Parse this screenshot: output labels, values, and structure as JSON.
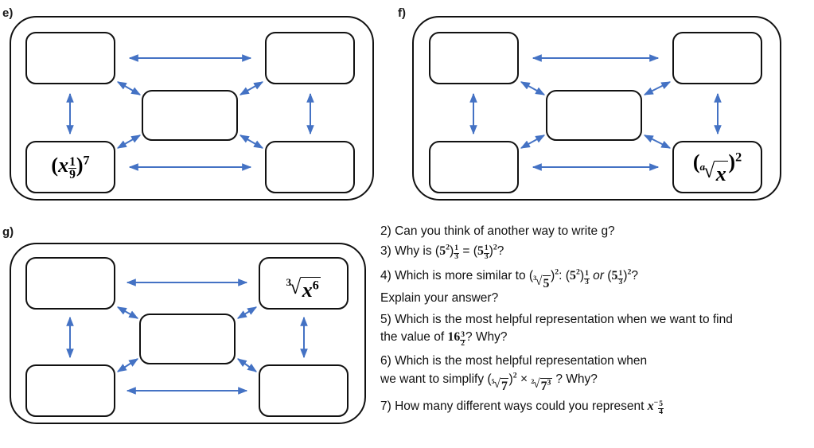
{
  "document": {
    "type": "math-worksheet",
    "topic": "Equivalent representations of fractional indices and radicals"
  },
  "panels": [
    {
      "id": "e",
      "label": "e)",
      "cells": [
        {
          "position": "top-left",
          "expression": "",
          "filled": false
        },
        {
          "position": "top-right",
          "expression": "",
          "filled": false
        },
        {
          "position": "center",
          "expression": "",
          "filled": false
        },
        {
          "position": "bottom-left",
          "expression": "(x^(1/9))^7",
          "filled": true
        },
        {
          "position": "bottom-right",
          "expression": "",
          "filled": false
        }
      ]
    },
    {
      "id": "f",
      "label": "f)",
      "cells": [
        {
          "position": "top-left",
          "expression": "",
          "filled": false
        },
        {
          "position": "top-right",
          "expression": "",
          "filled": false
        },
        {
          "position": "center",
          "expression": "",
          "filled": false
        },
        {
          "position": "bottom-left",
          "expression": "",
          "filled": false
        },
        {
          "position": "bottom-right",
          "expression": "(a-th-root of x)^2",
          "filled": true
        }
      ]
    },
    {
      "id": "g",
      "label": "g)",
      "cells": [
        {
          "position": "top-left",
          "expression": "",
          "filled": false
        },
        {
          "position": "top-right",
          "expression": "cube-root of x^6",
          "filled": true
        },
        {
          "position": "center",
          "expression": "",
          "filled": false
        },
        {
          "position": "bottom-left",
          "expression": "",
          "filled": false
        },
        {
          "position": "bottom-right",
          "expression": "",
          "filled": false
        }
      ]
    }
  ],
  "questions": [
    {
      "number": "2)",
      "text": "Can you think of another way to write g?"
    },
    {
      "number": "3)",
      "text": "Why is (5^2)^(1/3) = (5^(1/3))^2 ?"
    },
    {
      "number": "4)",
      "text": "Which is more similar to (cube-root of 5)^2 : (5^2)^(1/3) or (5^(1/3))^2 ? Explain your answer?"
    },
    {
      "number": "5)",
      "text": "Which is the most helpful representation when we want to find the value of 16^(3/2)? Why?"
    },
    {
      "number": "6)",
      "text": "Which is the most helpful representation when we want to simplify (5th-root of 7)^2 x (square-root of 7^3) ? Why?"
    },
    {
      "number": "7)",
      "text": "How many different ways could you represent x^(-5/4)"
    }
  ],
  "question_words": {
    "q2_a": "Can you think of another way to write g?",
    "q3_a": "Why is",
    "q3_b": "?",
    "q4_a": "Which is more similar to",
    "q4_colon": ":",
    "q4_or": "or",
    "q4_q": "?",
    "q4_line2": "Explain your answer?",
    "q5_a": "Which is the most helpful representation when we want to find",
    "q5_b": "the value of",
    "q5_c": "? Why?",
    "q6_a": "Which is the most helpful representation when",
    "q6_b": "we want to simplify",
    "q6_times": "×",
    "q6_c": "? Why?",
    "q7_a": "How many different ways could you represent"
  },
  "symbols": {
    "x": "x",
    "a": "a",
    "five": "5",
    "seven": "7",
    "sixteen": "16",
    "radical": "√",
    "idx_2": "2",
    "idx_3": "3",
    "idx_5": "5",
    "exp_2": "2",
    "exp_3": "3",
    "exp_6": "6",
    "exp_7": "7",
    "num_1": "1",
    "num_3": "3",
    "num_5": "5",
    "den_2": "2",
    "den_3": "3",
    "den_4": "4",
    "den_9": "9",
    "minus": "−",
    "equals": "=",
    "lparen": "(",
    "rparen": ")"
  },
  "colors": {
    "arrow": "#4472C4",
    "box_border": "#111111",
    "text": "#111111",
    "background": "#ffffff"
  }
}
